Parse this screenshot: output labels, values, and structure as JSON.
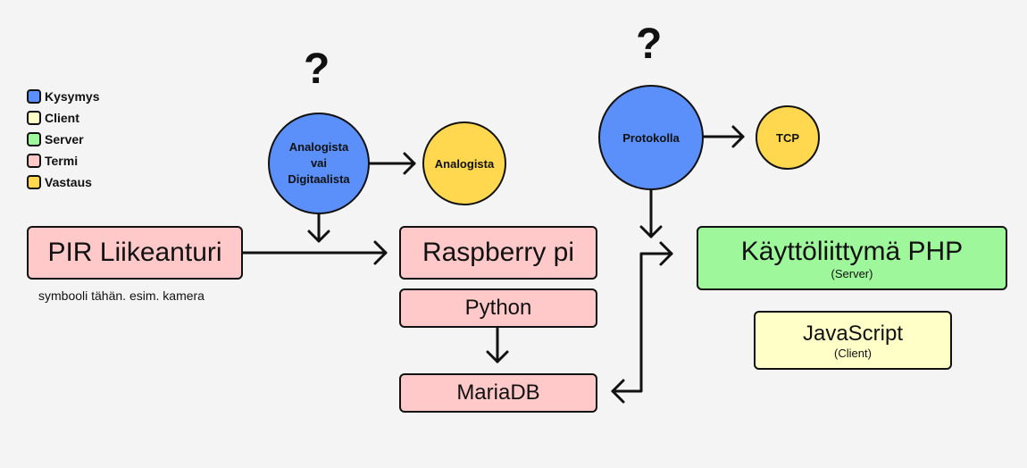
{
  "legend": [
    {
      "label": "Kysymys",
      "color": "#5b8ff9"
    },
    {
      "label": "Client",
      "color": "#ffffc8"
    },
    {
      "label": "Server",
      "color": "#9ef79a"
    },
    {
      "label": "Termi",
      "color": "#ffc9c9"
    },
    {
      "label": "Vastaus",
      "color": "#ffd84f"
    }
  ],
  "nodes": {
    "pir": "PIR Liikeanturi",
    "pir_note": "symbooli tähän. esim. kamera",
    "raspberry": "Raspberry pi",
    "python": "Python",
    "mariadb": "MariaDB",
    "kayttoliittyma": "Käyttöliittymä PHP",
    "kayttoliittyma_sub": "(Server)",
    "javascript": "JavaScript",
    "javascript_sub": "(Client)"
  },
  "questions": {
    "q1_mark": "?",
    "q1_line1": "Analogista",
    "q1_line2": "vai",
    "q1_line3": "Digitaalista",
    "a1": "Analogista",
    "q2_mark": "?",
    "q2": "Protokolla",
    "a2": "TCP"
  }
}
